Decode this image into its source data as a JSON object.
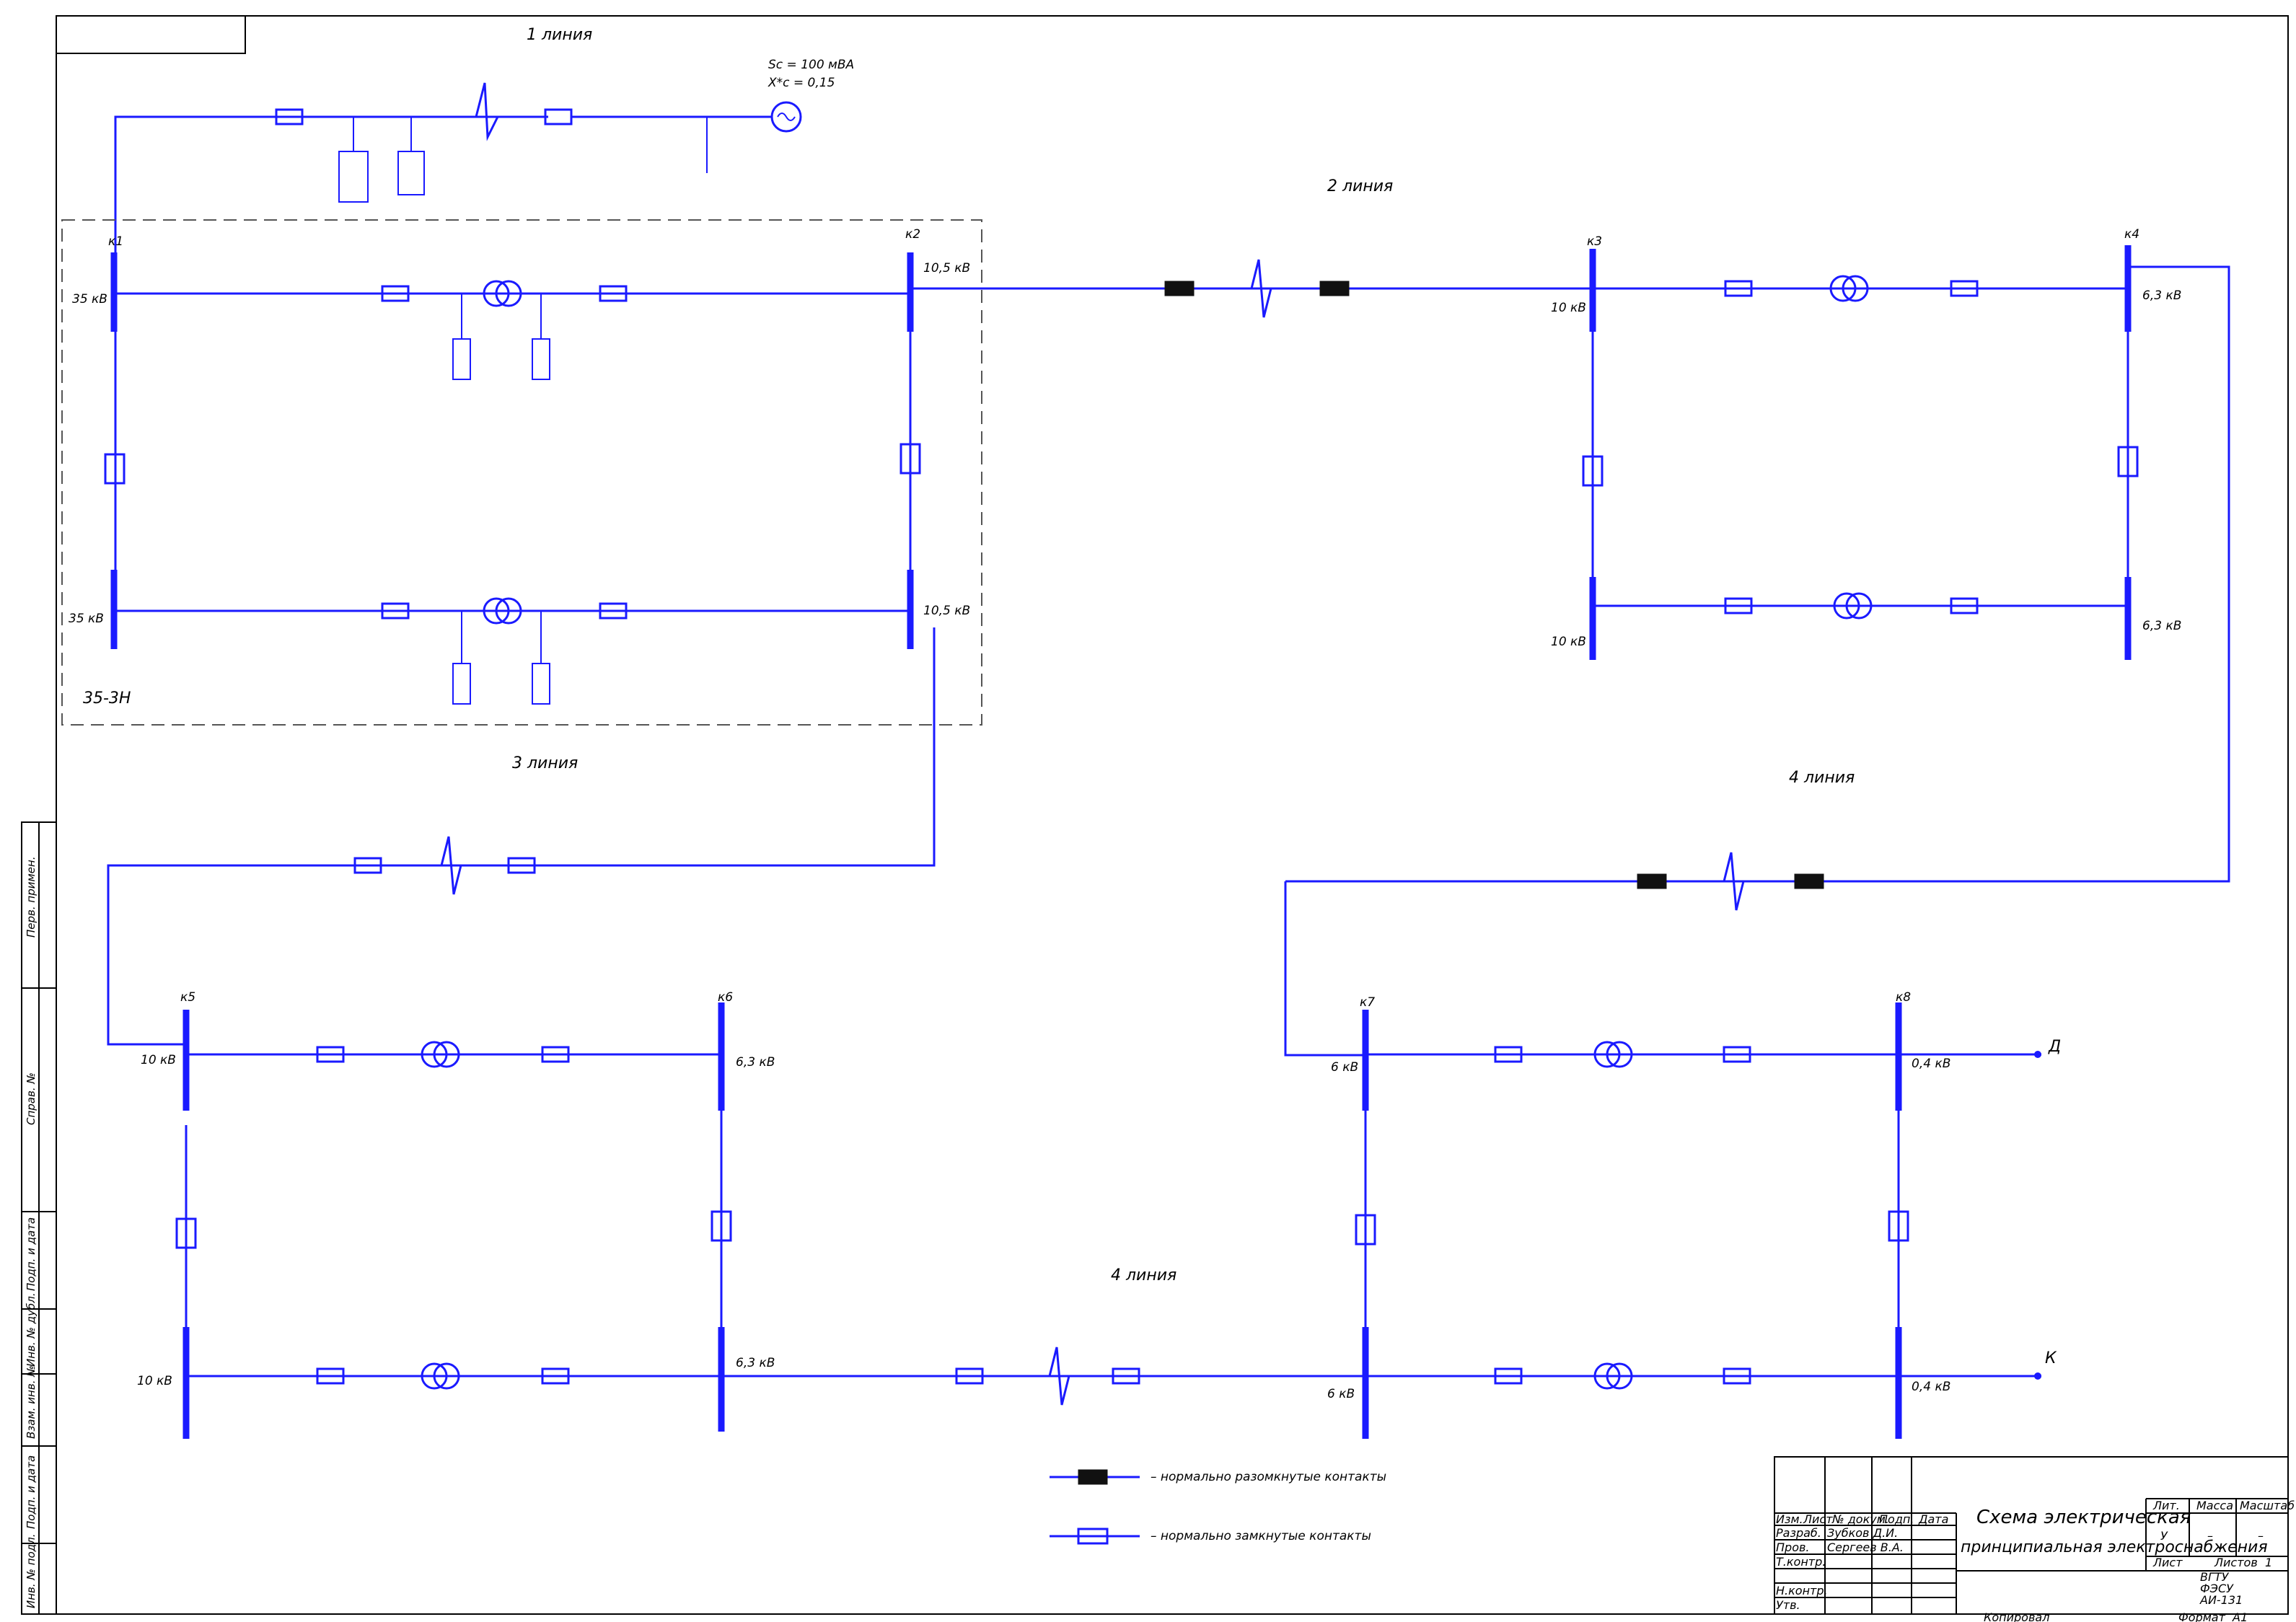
{
  "lines": {
    "l1": "1 линия",
    "l2": "2 линия",
    "l3": "3 линия",
    "l4a": "4 линия",
    "l4b": "4 линия"
  },
  "sys": {
    "s": "Sс = 100 мВА",
    "x": "X*с = 0,15"
  },
  "zone": "35-3Н",
  "nodes": {
    "k1": "к1",
    "k2": "к2",
    "k3": "к3",
    "k4": "к4",
    "k5": "к5",
    "k6": "к6",
    "k7": "к7",
    "k8": "к8"
  },
  "voltages": {
    "v35a": "35 кВ",
    "v35b": "35 кВ",
    "v105a": "10,5 кВ",
    "v105b": "10,5 кВ",
    "v10a": "10 кВ",
    "v10b": "10 кВ",
    "v63a": "6,3 кВ",
    "v63b": "6,3 кВ",
    "v10c": "10 кВ",
    "v10d": "10 кВ",
    "v63c": "6,3 кВ",
    "v63d": "6,3 кВ",
    "v6a": "6 кВ",
    "v6b": "6 кВ",
    "v04a": "0,4 кВ",
    "v04b": "0,4 кВ"
  },
  "outputs": {
    "d": "Д",
    "k": "К"
  },
  "legend": {
    "open": "– нормально разомкнутые контакты",
    "closed": "– нормально замкнутые контакты"
  },
  "title_block": {
    "title1": "Схема электрическая",
    "title2": "принципиальная электроснабжения",
    "lit": "Лит.",
    "mass": "Масса",
    "scale": "Масштаб",
    "u": "У",
    "dash1": "–",
    "dash2": "–",
    "sheet": "Лист",
    "sheets": "Листов",
    "sheets_n": "1",
    "org1": "ВГТУ",
    "org2": "ФЭСУ",
    "org3": "АИ-131",
    "izm": "Изм.",
    "list": "Лист",
    "doc": "№ докум.",
    "podp": "Подп.",
    "data": "Дата",
    "razrab": "Разраб.",
    "prov": "Пров.",
    "tkontr": "Т.контр.",
    "nkontr": "Н.контр.",
    "utv": "Утв.",
    "name1": "Зубков Д.И.",
    "name2": "Сергеев В.А.",
    "copy": "Копировал",
    "format": "Формат",
    "format_v": "А1"
  },
  "side_stamps": [
    "Перв. примен.",
    "Справ. №",
    "Подп. и дата",
    "Инв. № дубл.",
    "Взам. инв. №",
    "Подп. и дата",
    "Инв. № подл."
  ]
}
